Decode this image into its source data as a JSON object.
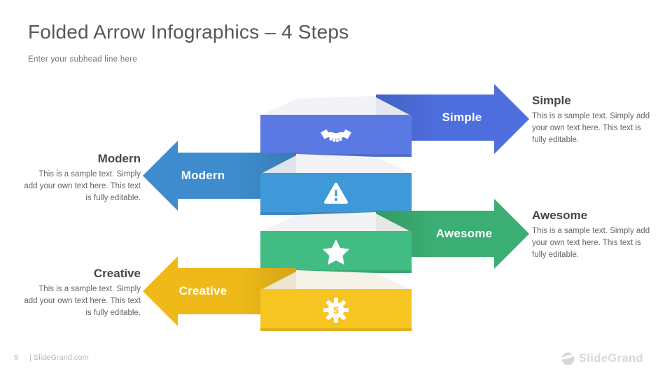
{
  "slide": {
    "title": "Folded Arrow Infographics – 4 Steps",
    "subhead": "Enter your subhead line here"
  },
  "steps": [
    {
      "label": "Simple",
      "heading": "Simple",
      "body": "This is a sample text. Simply add your own text here. This text is fully editable.",
      "direction": "right",
      "icon": "handshake-icon",
      "bar_color": "#5b79e3",
      "arrow_color": "#4e6edd",
      "fold_color": "#e4e7f0"
    },
    {
      "label": "Modern",
      "heading": "Modern",
      "body": "This is a sample text. Simply add your own text here. This text is fully editable.",
      "direction": "left",
      "icon": "warning-icon",
      "bar_color": "#3f98d8",
      "arrow_color": "#3e8ccd",
      "fold_color": "#dfe3ec"
    },
    {
      "label": "Awesome",
      "heading": "Awesome",
      "body": "This is a sample text. Simply add your own text here. This text is fully editable.",
      "direction": "right",
      "icon": "star-icon",
      "bar_color": "#41bc83",
      "arrow_color": "#3bae73",
      "fold_color": "#e2e8e4"
    },
    {
      "label": "Creative",
      "heading": "Creative",
      "body": "This is a sample text. Simply add your own text here. This text is fully editable.",
      "direction": "left",
      "icon": "gear-dollar-icon",
      "bar_color": "#f7c522",
      "arrow_color": "#efba19",
      "fold_color": "#ece5d0"
    }
  ],
  "footer": {
    "page_number": "9",
    "site_label": "| SlideGrand.com",
    "brand": "SlideGrand"
  }
}
